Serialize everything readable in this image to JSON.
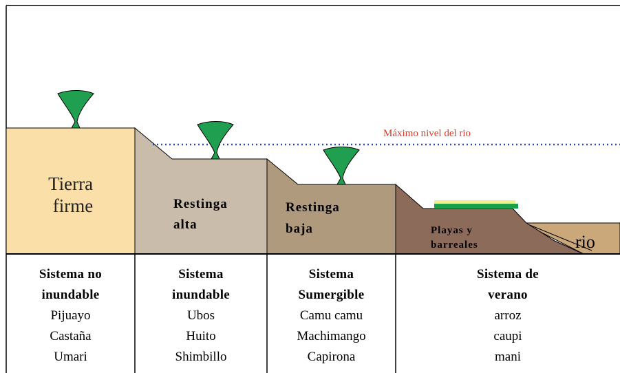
{
  "zones": {
    "tierra_firme": [
      "Tierra",
      "firme"
    ],
    "restinga_alta": [
      "Restinga",
      "alta"
    ],
    "restinga_baja": [
      "Restinga",
      "baja"
    ],
    "playas": [
      "Playas y",
      "barreales"
    ],
    "rio": "rio"
  },
  "max_level_label": "Máximo nivel del rio",
  "colors": {
    "tierra_firme": "#fadfa9",
    "restinga_alta": "#c9bcab",
    "restinga_baja": "#b09a7d",
    "playas": "#8d6b5b",
    "rio": "#caa879",
    "tree": "#1f9f4f",
    "max_level_line": "#2b4aa8",
    "max_level_text": "#e03a2a",
    "crop_green": "#1aa04b",
    "crop_yellow": "#f3ee86"
  },
  "systems": [
    {
      "heading": [
        "Sistema no",
        "inundable"
      ],
      "crops": [
        "Pijuayo",
        "Castaña",
        "Umari"
      ]
    },
    {
      "heading": [
        "Sistema",
        "inundable"
      ],
      "crops": [
        "Ubos",
        "Huito",
        "Shimbillo"
      ]
    },
    {
      "heading": [
        "Sistema",
        "Sumergible"
      ],
      "crops": [
        "Camu camu",
        "Machimango",
        "Capirona"
      ]
    },
    {
      "heading": [
        "Sistema de",
        "verano"
      ],
      "crops": [
        "arroz",
        "caupi",
        "mani"
      ]
    }
  ]
}
